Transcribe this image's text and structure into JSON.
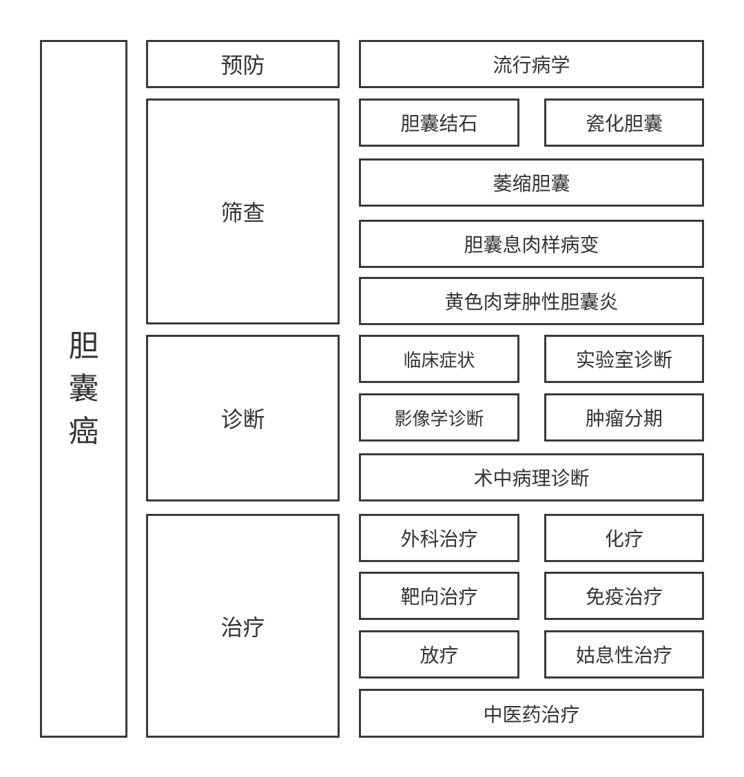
{
  "root": {
    "chars": [
      "胆",
      "囊",
      "癌"
    ]
  },
  "categories": {
    "prevention": "预防",
    "screening": "筛查",
    "diagnosis": "诊断",
    "treatment": "治疗"
  },
  "items": {
    "epidemiology": "流行病学",
    "gallstones": "胆囊结石",
    "porcelain_gallbladder": "瓷化胆囊",
    "atrophic_gallbladder": "萎缩胆囊",
    "gallbladder_polyps": "胆囊息肉样病变",
    "xanthogranulomatous_cholecystitis": "黄色肉芽肿性胆囊炎",
    "clinical_symptoms": "临床症状",
    "lab_diagnosis": "实验室诊断",
    "imaging_diagnosis": "影像学诊断",
    "tumor_staging": "肿瘤分期",
    "intraop_pathology": "术中病理诊断",
    "surgery": "外科治疗",
    "chemotherapy": "化疗",
    "targeted_therapy": "靶向治疗",
    "immunotherapy": "免疫治疗",
    "radiotherapy": "放疗",
    "palliative_therapy": "姑息性治疗",
    "tcm_therapy": "中医药治疗"
  }
}
